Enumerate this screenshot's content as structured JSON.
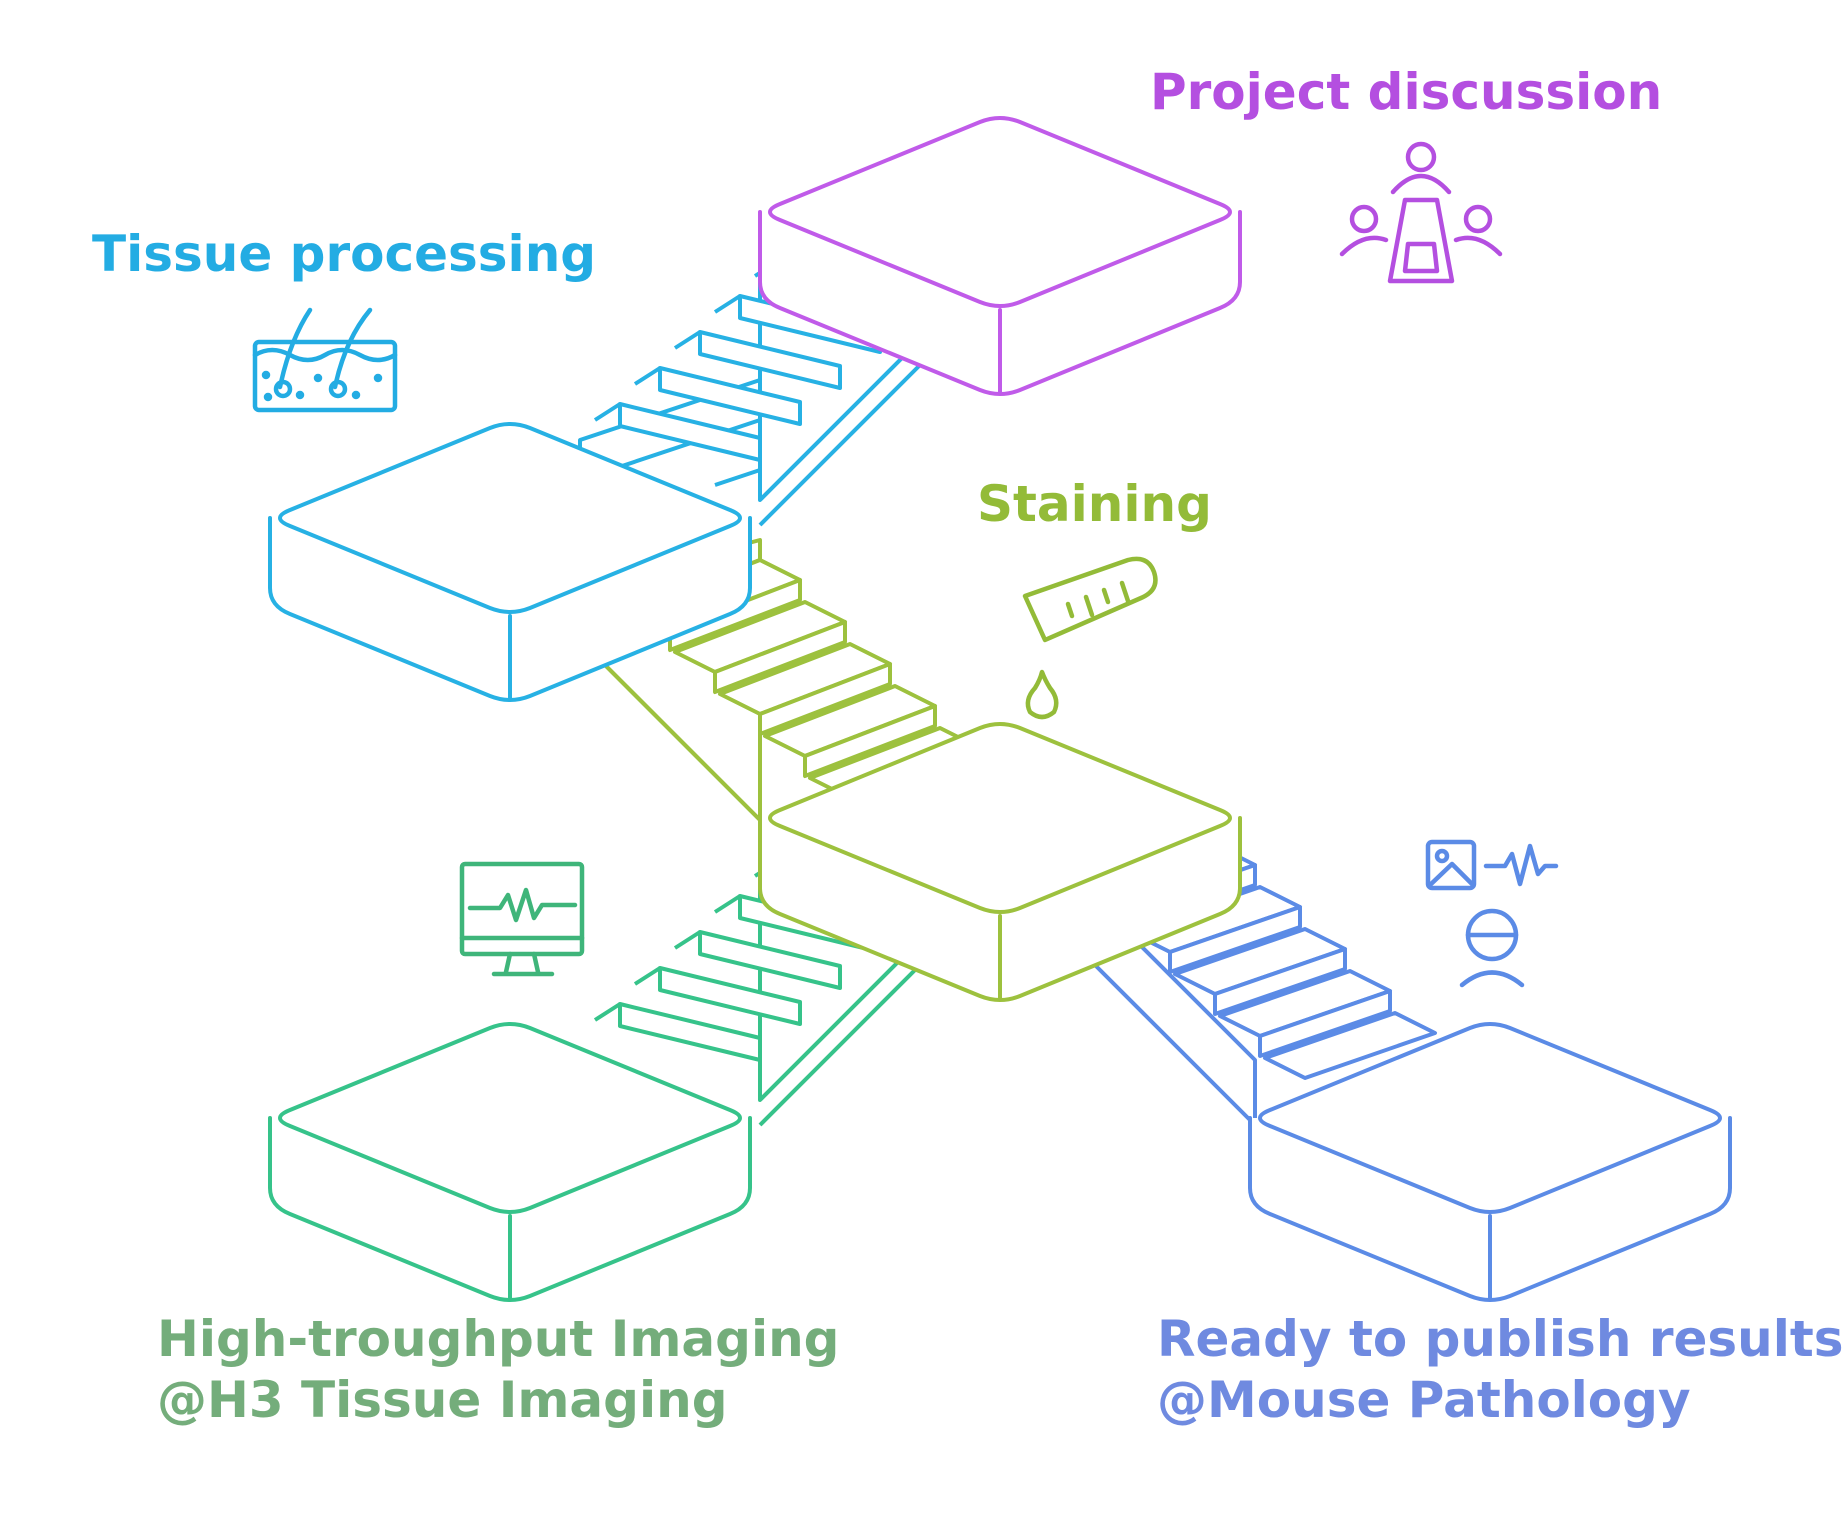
{
  "steps": {
    "project_discussion": {
      "label": "Project discussion",
      "color": "#b44fe0",
      "icon": "meeting-table-icon"
    },
    "tissue_processing": {
      "label": "Tissue processing",
      "color": "#23ace3",
      "icon": "skin-tissue-icon"
    },
    "staining": {
      "label": "Staining",
      "color": "#93bb38",
      "icon": "test-tube-drop-icon"
    },
    "imaging": {
      "line1": "High-troughput Imaging",
      "line2": "@H3 Tissue Imaging",
      "color": "#74ad7b",
      "icon": "monitor-waveform-icon"
    },
    "publish": {
      "line1": "Ready to publish results",
      "line2": "@Mouse Pathology",
      "color": "#6f8ae0",
      "icon": "image-signal-user-icon"
    }
  },
  "colors": {
    "purple": "#c05be9",
    "blue": "#27b1e4",
    "lime": "#9dc13e",
    "green": "#36c38a",
    "indigo": "#5b8be6"
  }
}
